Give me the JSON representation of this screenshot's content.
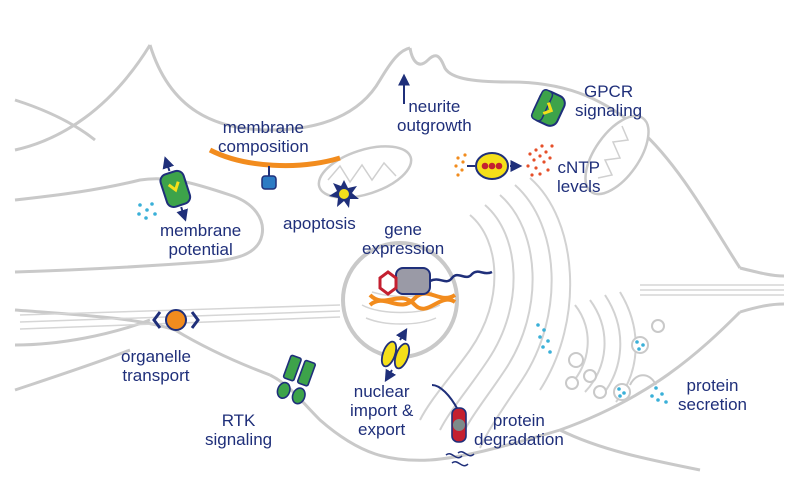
{
  "labels": {
    "membrane_composition": [
      "membrane",
      "composition"
    ],
    "neurite_outgrowth": [
      "neurite",
      "outgrowth"
    ],
    "gpcr_signaling": [
      "GPCR",
      "signaling"
    ],
    "cntp_levels": [
      "cNTP",
      "levels"
    ],
    "membrane_potential": [
      "membrane",
      "potential"
    ],
    "apoptosis": [
      "apoptosis"
    ],
    "gene_expression": [
      "gene",
      "expression"
    ],
    "organelle_transport": [
      "organelle",
      "transport"
    ],
    "rtk_signaling": [
      "RTK",
      "signaling"
    ],
    "nuclear_import_export": [
      "nuclear",
      "import &",
      "export"
    ],
    "protein_degradation": [
      "protein",
      "degradation"
    ],
    "protein_secretion": [
      "protein",
      "secretion"
    ]
  },
  "icons": {
    "gpcr": "gpcr-receptor-icon",
    "ion_channel": "ion-channel-icon",
    "rtk": "rtk-receptor-icon",
    "apoptosis": "apoptosis-star-icon",
    "transport": "organelle-vesicle-icon",
    "nuclear_pore": "nuclear-transport-icon",
    "proteasome": "proteasome-icon",
    "camp": "cntp-sensor-icon"
  },
  "colors": {
    "label_text": "#1f2f7a",
    "outline": "#c9c9c9",
    "green": "#3da34a",
    "yellow": "#f4df1a",
    "orange": "#f28c1e",
    "red": "#c42030",
    "blue_dots": "#3ab0d8",
    "navy": "#1f2f7a"
  }
}
